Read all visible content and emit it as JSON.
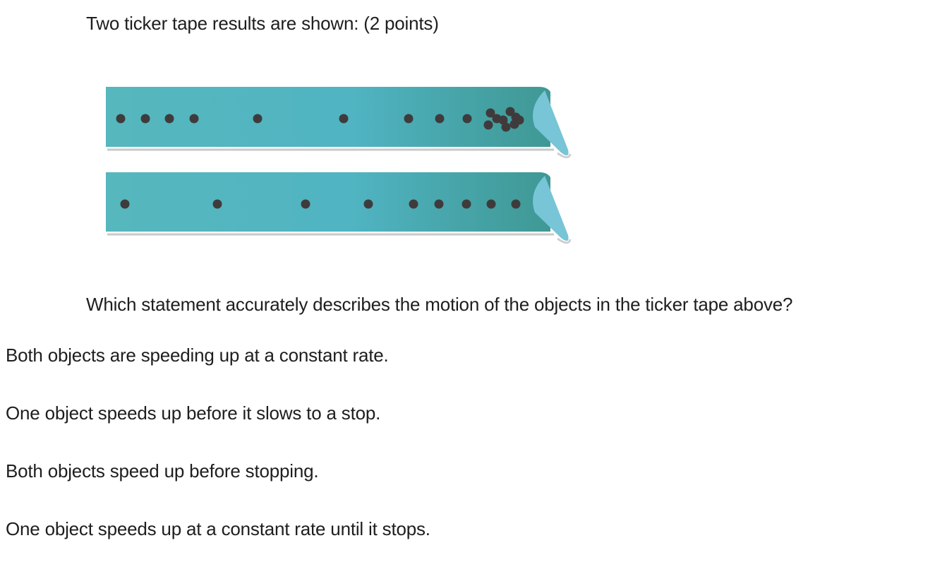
{
  "question": {
    "intro": "Two ticker tape results are shown: (2 points)",
    "prompt": "Which statement accurately describes the motion of the objects in the ticker tape above?"
  },
  "figure": {
    "tape_color": "#52b6c0",
    "tape_color_dark": "#46a39c",
    "fold_color": "#76c4d6",
    "dot_color": "#3f3b3c",
    "tapes": [
      {
        "name": "top-tape",
        "dot_x": [
          171,
          206,
          240,
          275,
          365,
          487,
          579,
          623,
          662
        ],
        "cluster_x": [
          695,
          703,
          712,
          722,
          731,
          690,
          717,
          728,
          735
        ]
      },
      {
        "name": "bottom-tape",
        "dot_x": [
          177,
          308,
          433,
          522,
          586,
          622,
          661,
          696,
          731
        ],
        "cluster_x": []
      }
    ]
  },
  "options": [
    {
      "label": "Both objects are speeding up at a constant rate."
    },
    {
      "label": "One object speeds up before it slows to a stop."
    },
    {
      "label": "Both objects speed up before stopping."
    },
    {
      "label": "One object speeds up at a constant rate until it stops."
    }
  ]
}
